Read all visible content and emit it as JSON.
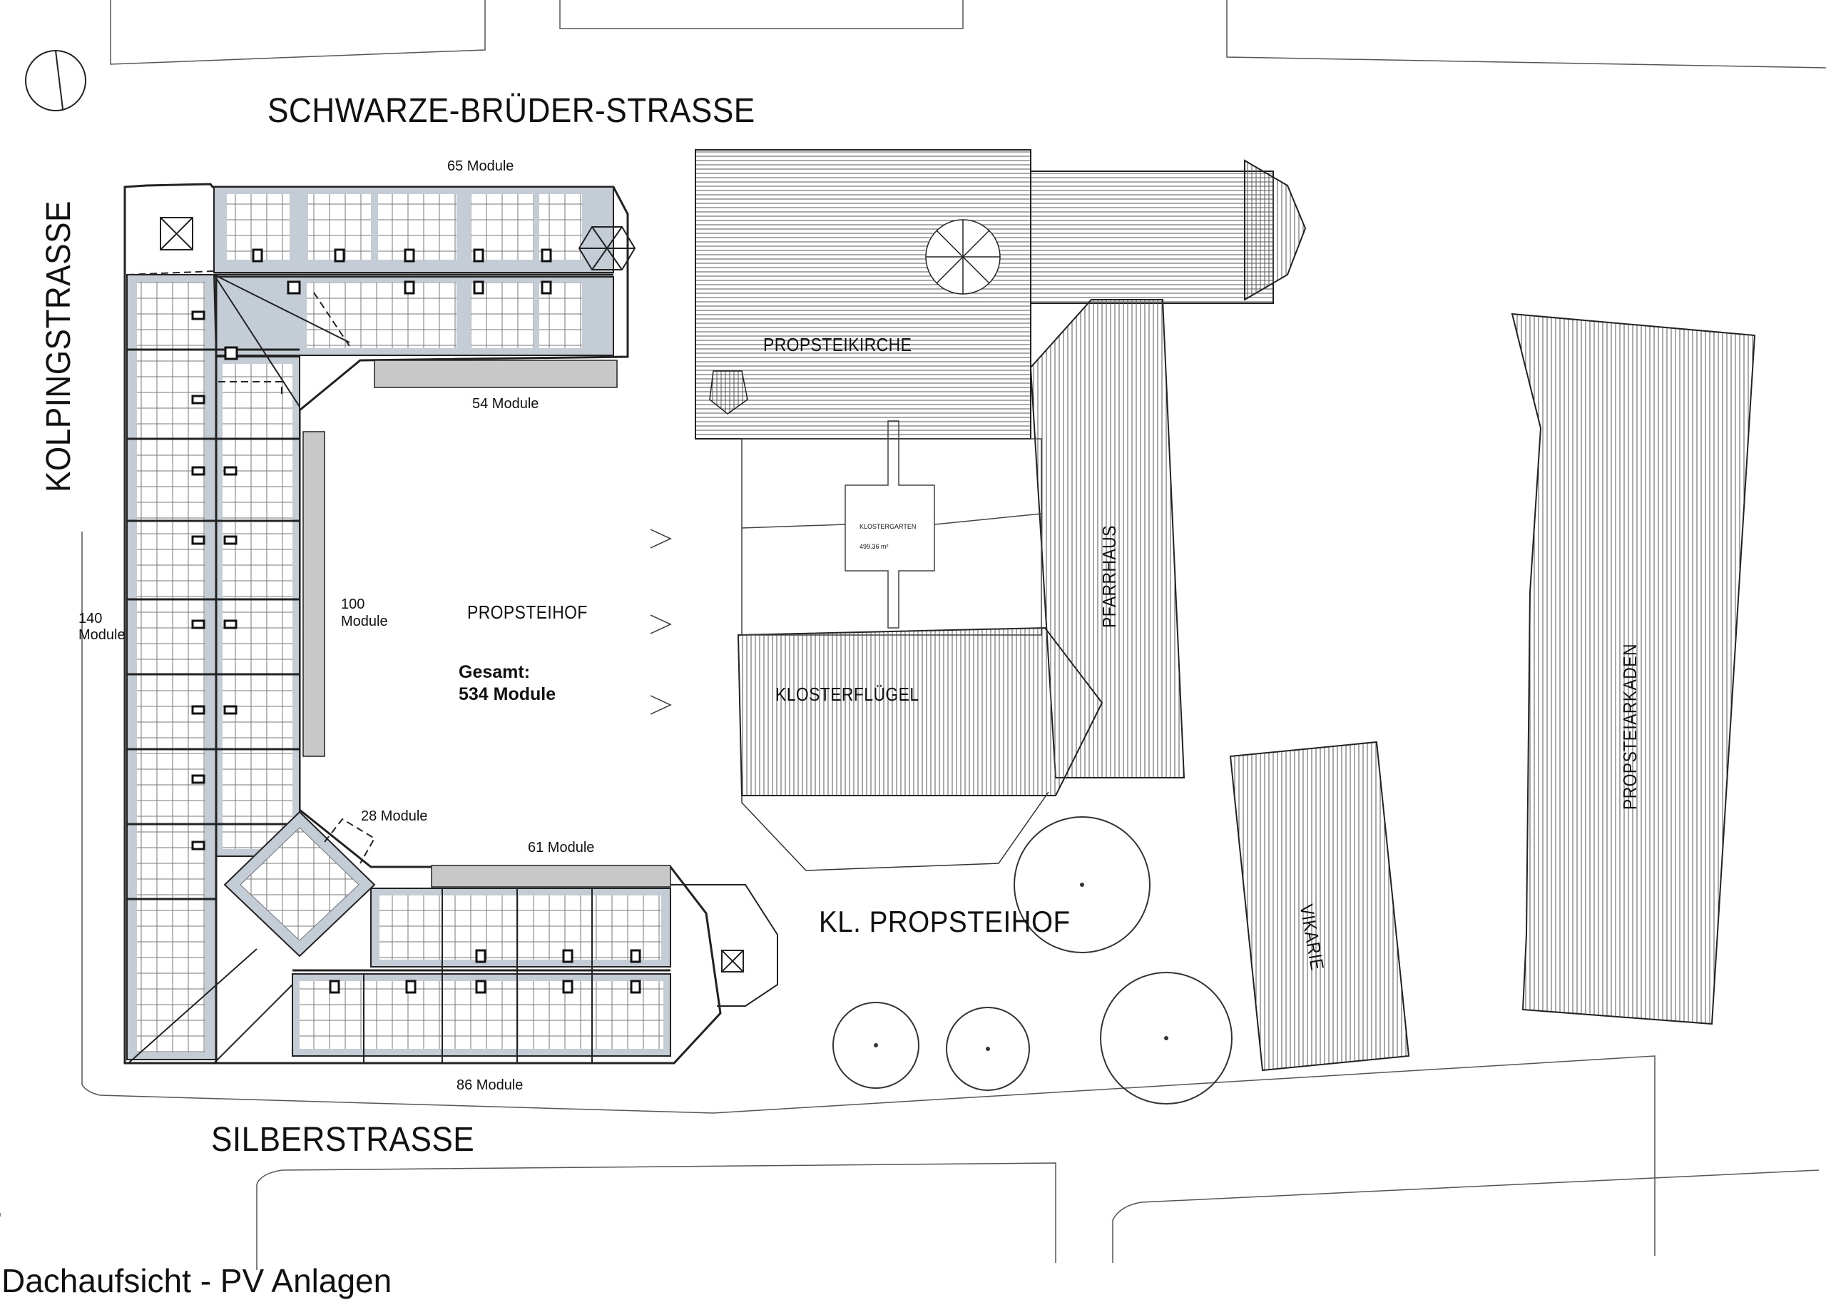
{
  "streets": {
    "north": "SCHWARZE-BRÜDER-STRASSE",
    "west": "KOLPINGSTRASSE",
    "south": "SILBERSTRASSE"
  },
  "buildings": {
    "church": "PROPSTEIKIRCHE",
    "courtyard": "PROPSTEIHOF",
    "small_courtyard": "KL. PROPSTEIHOF",
    "rectory": "PFARRHAUS",
    "cloister_wing": "KLOSTERFLÜGEL",
    "vicarage": "VIKARIE",
    "arcades": "PROPSTEIARKADEN",
    "cloister_garden": "KLOSTERGARTEN",
    "cloister_garden_area": "499.36 m²"
  },
  "modules": {
    "north_outer": "65 Module",
    "north_inner": "54 Module",
    "west_outer_num": "140",
    "west_outer_unit": "Module",
    "west_inner_num": "100",
    "west_inner_unit": "Module",
    "corner": "28 Module",
    "south_inner": "61 Module",
    "south_outer": "86 Module"
  },
  "total": {
    "label": "Gesamt:",
    "value": "534 Module"
  },
  "caption": "Dachaufsicht - PV Anlagen",
  "colors": {
    "line": "#222222",
    "pv_strip": "#c4ccd6",
    "roof_hatch": "#444444",
    "roof_fill": "#f2f2f2",
    "gray_band": "#c8c8c8"
  }
}
